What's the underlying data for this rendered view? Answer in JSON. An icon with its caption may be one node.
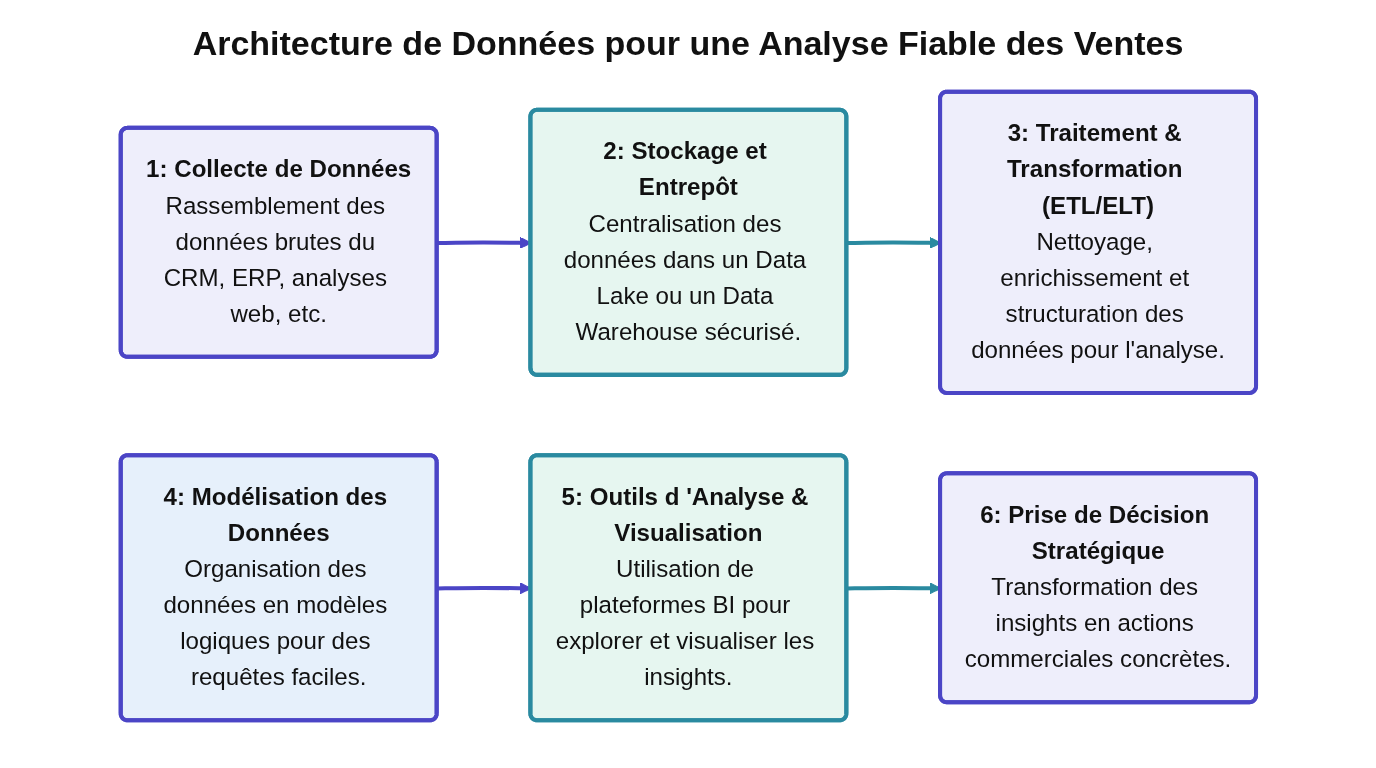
{
  "diagram": {
    "title": "Architecture de Données pour une Analyse Fiable des Ventes",
    "nodes": [
      {
        "text": [
          "1: Collecte de Données",
          "Rassemblement des données brutes du CRM, ERP, analyses web, etc."
        ]
      },
      {
        "text": [
          "2: Stockage et Entrepôt",
          "Centralisation des données dans un Data Lake ou un Data Warehouse sécurisé."
        ]
      },
      {
        "text": [
          "3: Traitement & Transformation (ETL/ELT)",
          "Nettoyage, enrichissement et structuration des données pour l'analyse."
        ]
      },
      {
        "text": [
          "4: Modélisation des Données",
          "Organisation des données en modèles logiques pour des requêtes faciles."
        ]
      },
      {
        "text": [
          "5: Outils d 'Analyse & Visualisation",
          "Utilisation de plateformes BI pour explorer et visualiser les insights."
        ]
      },
      {
        "text": [
          "6: Prise de Décision Stratégique",
          "Transformation des insights en actions commerciales concrètes."
        ]
      }
    ],
    "edges": [
      {
        "from": 0,
        "to": 1,
        "arrow": "to"
      },
      {
        "from": 1,
        "to": 2,
        "arrow": "to",
        "color": "#2a8aa0"
      },
      {
        "from": 3,
        "to": 4,
        "arrow": "to"
      },
      {
        "from": 4,
        "to": 5,
        "arrow": "to",
        "color": "#2a8aa0"
      }
    ]
  }
}
